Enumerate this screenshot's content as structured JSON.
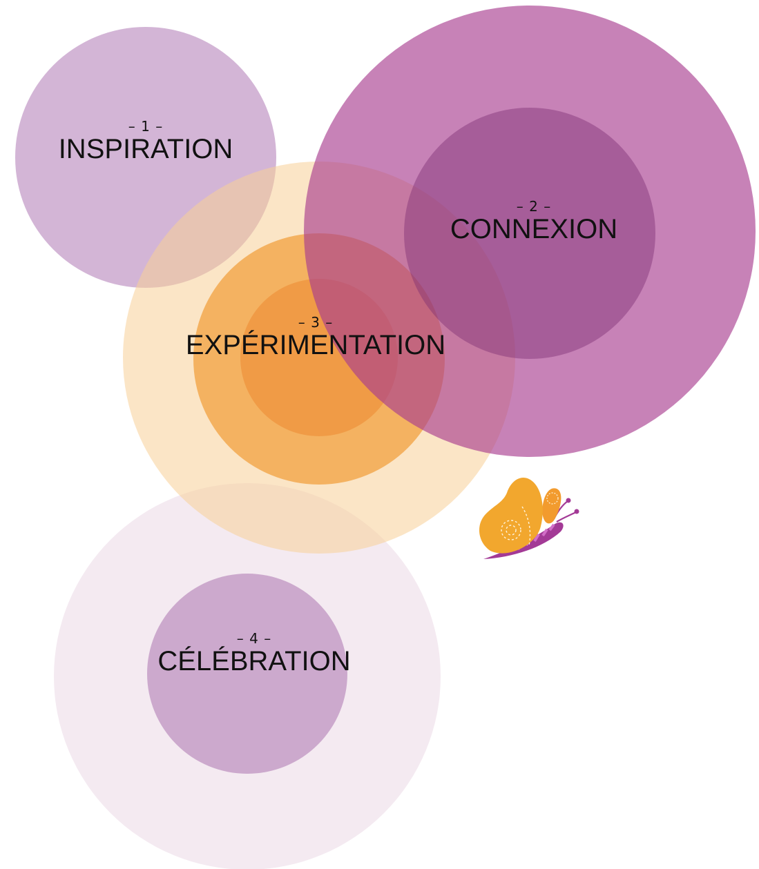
{
  "stages": [
    {
      "number": "– 1 –",
      "title": "INSPIRATION"
    },
    {
      "number": "– 2 –",
      "title": "CONNEXION"
    },
    {
      "number": "– 3 –",
      "title": "EXPÉRIMENTATION"
    },
    {
      "number": "– 4 –",
      "title": "CÉLÉBRATION"
    }
  ],
  "colors": {
    "inspiration": "#d3b5d6",
    "connexion_outer": "#c07fb4",
    "connexion_inner": "#9d5290",
    "experimentation_outer": "#fce4c4",
    "experimentation_middle": "#f4b261",
    "experimentation_inner": "#f09b46",
    "celebration_outer": "#f4eaf1",
    "celebration_inner": "#cca9cd",
    "butterfly_wing": "#f2a72e",
    "butterfly_body": "#a33a96"
  },
  "icons": [
    "butterfly-icon"
  ]
}
